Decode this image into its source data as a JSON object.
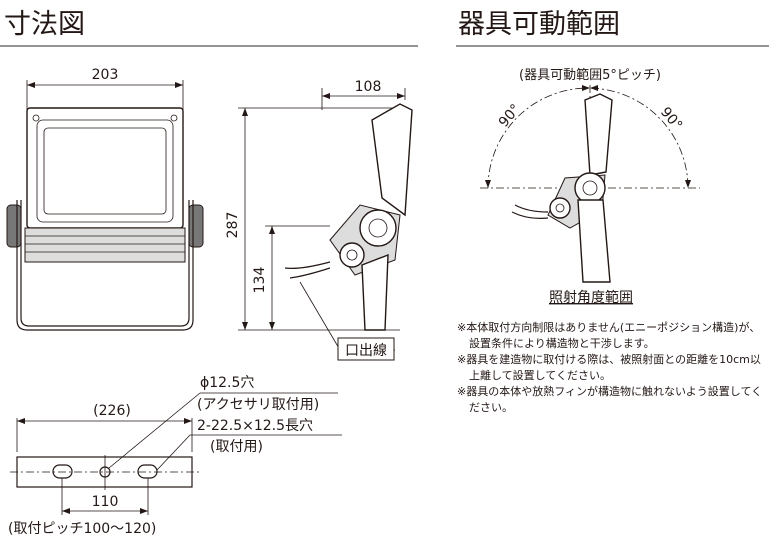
{
  "sections": {
    "dimensions_title": "寸法図",
    "range_title": "器具可動範囲"
  },
  "dimensions": {
    "width": "203",
    "depth": "108",
    "height": "287",
    "mount_height": "134",
    "cable_label": "口出線",
    "base_width": "(226)",
    "hole_label": "ϕ12.5穴",
    "hole_sub": "(アクセサリ取付用)",
    "slot_label": "2-22.5×12.5長穴",
    "slot_sub": "(取付用)",
    "pitch": "110",
    "pitch_range": "(取付ピッチ100～120)"
  },
  "range": {
    "caption": "(器具可動範囲5°ピッチ)",
    "left_angle": "90°",
    "right_angle": "90°",
    "beam_title": "照射角度範囲"
  },
  "notes": [
    "※本体取付方向制限はありません(エニーポジション構造)が、設置条件により構造物と干渉します。",
    "※器具を建造物に取付ける際は、被照射面との距離を10cm以上離して設置してください。",
    "※器具の本体や放熱フィンが構造物に触れないよう設置してください。"
  ]
}
